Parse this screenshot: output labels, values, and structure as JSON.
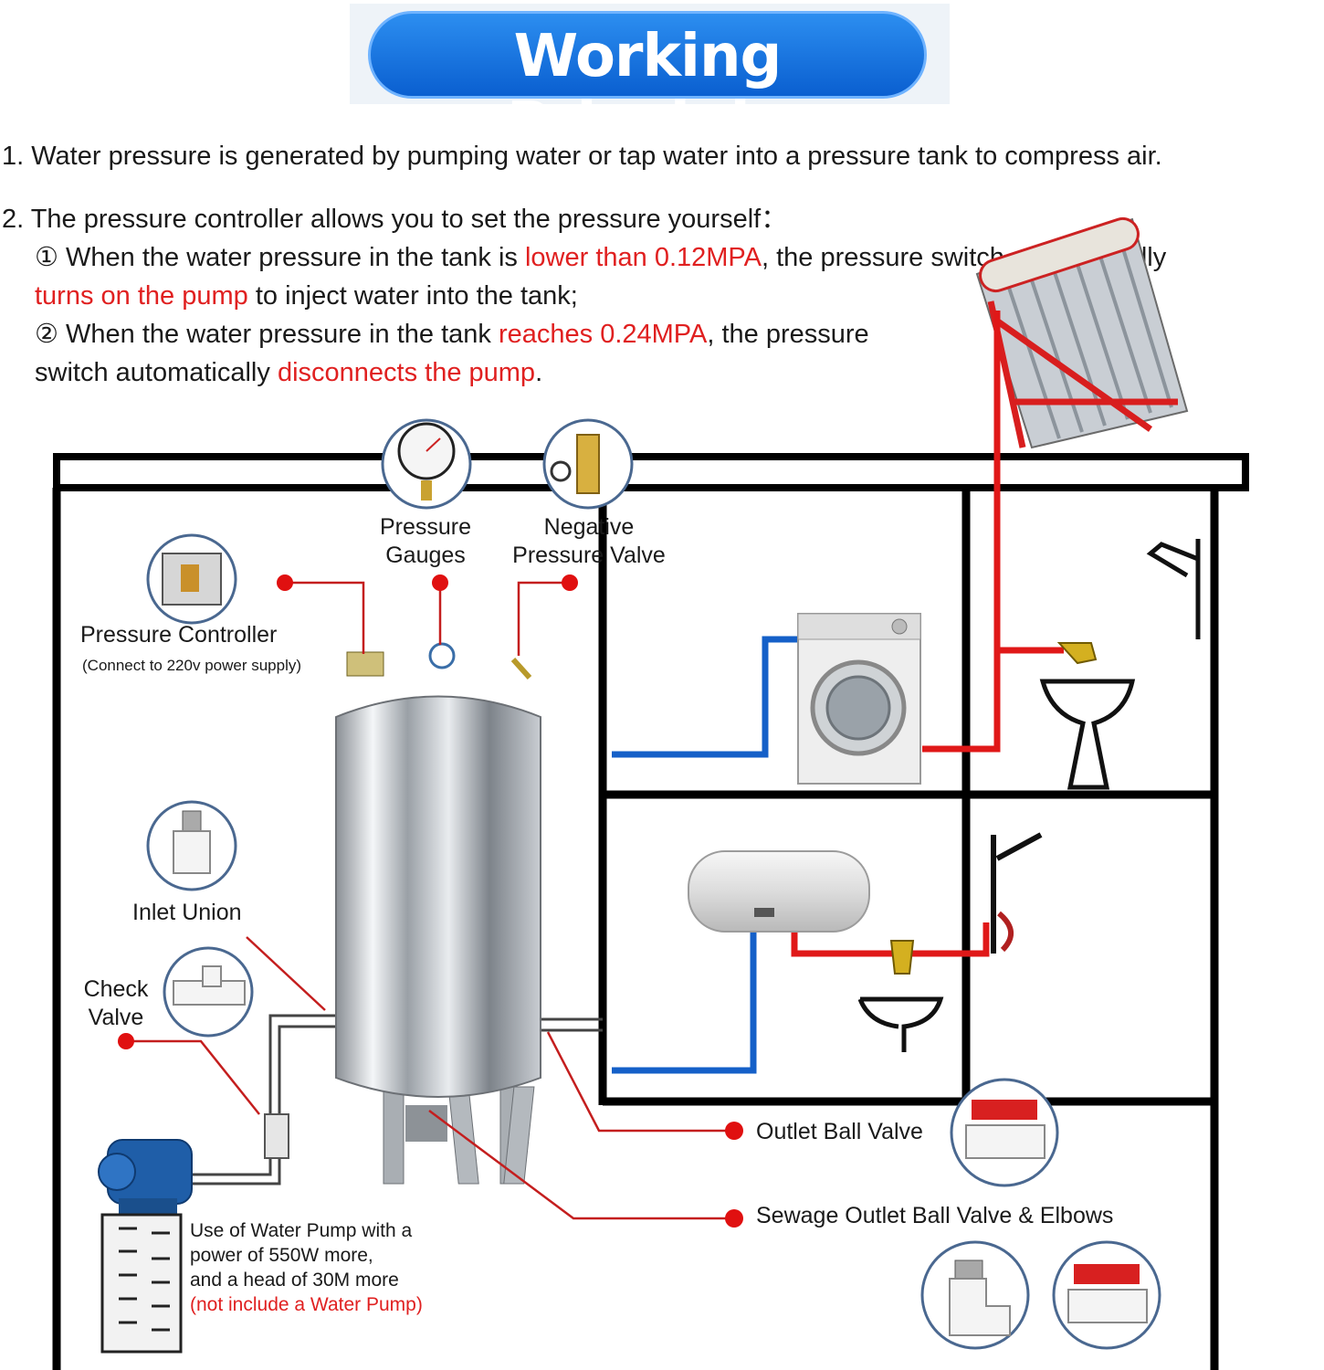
{
  "banner": {
    "title": "Working Principle"
  },
  "intro": {
    "line1": "1. Water pressure is generated by pumping water or tap water into a pressure tank to compress air.",
    "line2": "2. The pressure controller allows you to set the pressure yourself：",
    "item1_a": "① When the water pressure in the tank is ",
    "item1_b": "lower than 0.12MPA",
    "item1_c": ", the pressure switch automatically",
    "item1_d": "turns on the pump",
    "item1_e": " to inject water into the tank;",
    "item2_a": "② When the water pressure in the tank ",
    "item2_b": "reaches 0.24MPA",
    "item2_c": ", the pressure",
    "item2_d": "switch automatically ",
    "item2_e": "disconnects the pump",
    "item2_f": "."
  },
  "labels": {
    "pressure_gauges_1": "Pressure",
    "pressure_gauges_2": "Gauges",
    "negative_valve_1": "Negative",
    "negative_valve_2": "Pressure Valve",
    "pressure_controller": "Pressure Controller",
    "pressure_controller_note": "(Connect to 220v power supply)",
    "inlet_union": "Inlet Union",
    "check_valve_1": "Check",
    "check_valve_2": "Valve",
    "outlet_ball_valve": "Outlet Ball Valve",
    "sewage_outlet": "Sewage Outlet Ball Valve & Elbows"
  },
  "pump_note": {
    "line1": "Use of Water Pump with a",
    "line2": "power of 550W more,",
    "line3": "and a head of 30M more",
    "line4": "(not include a Water Pump)"
  },
  "colors": {
    "hot_pipe": "#e01818",
    "cold_pipe": "#1560c8",
    "callout": "#c41e1e",
    "accent_red": "#e02020",
    "banner_blue": "#1a73e8"
  }
}
